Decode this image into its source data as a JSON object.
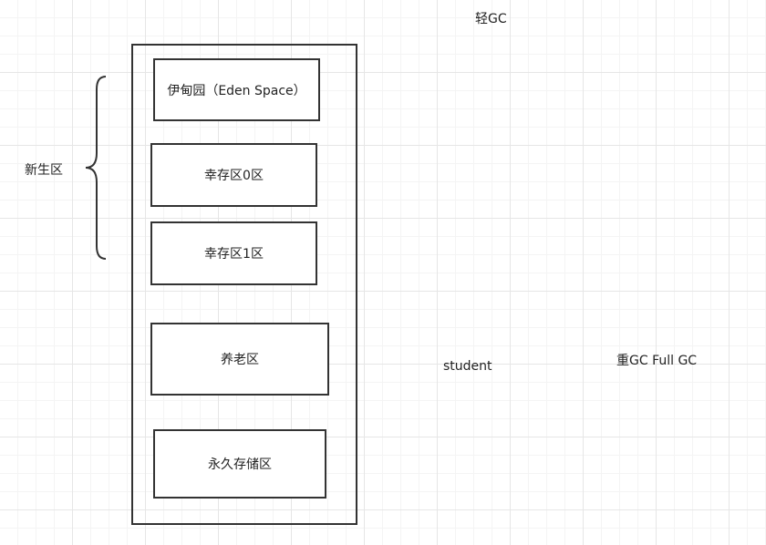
{
  "labels": {
    "minor_gc": "轻GC",
    "young_generation": "新生区",
    "student": "student",
    "major_gc": "重GC  Full GC"
  },
  "regions": {
    "eden": "伊甸园（Eden Space）",
    "survivor0": "幸存区0区",
    "survivor1": "幸存区1区",
    "old_generation": "养老区",
    "permanent": "永久存储区"
  }
}
